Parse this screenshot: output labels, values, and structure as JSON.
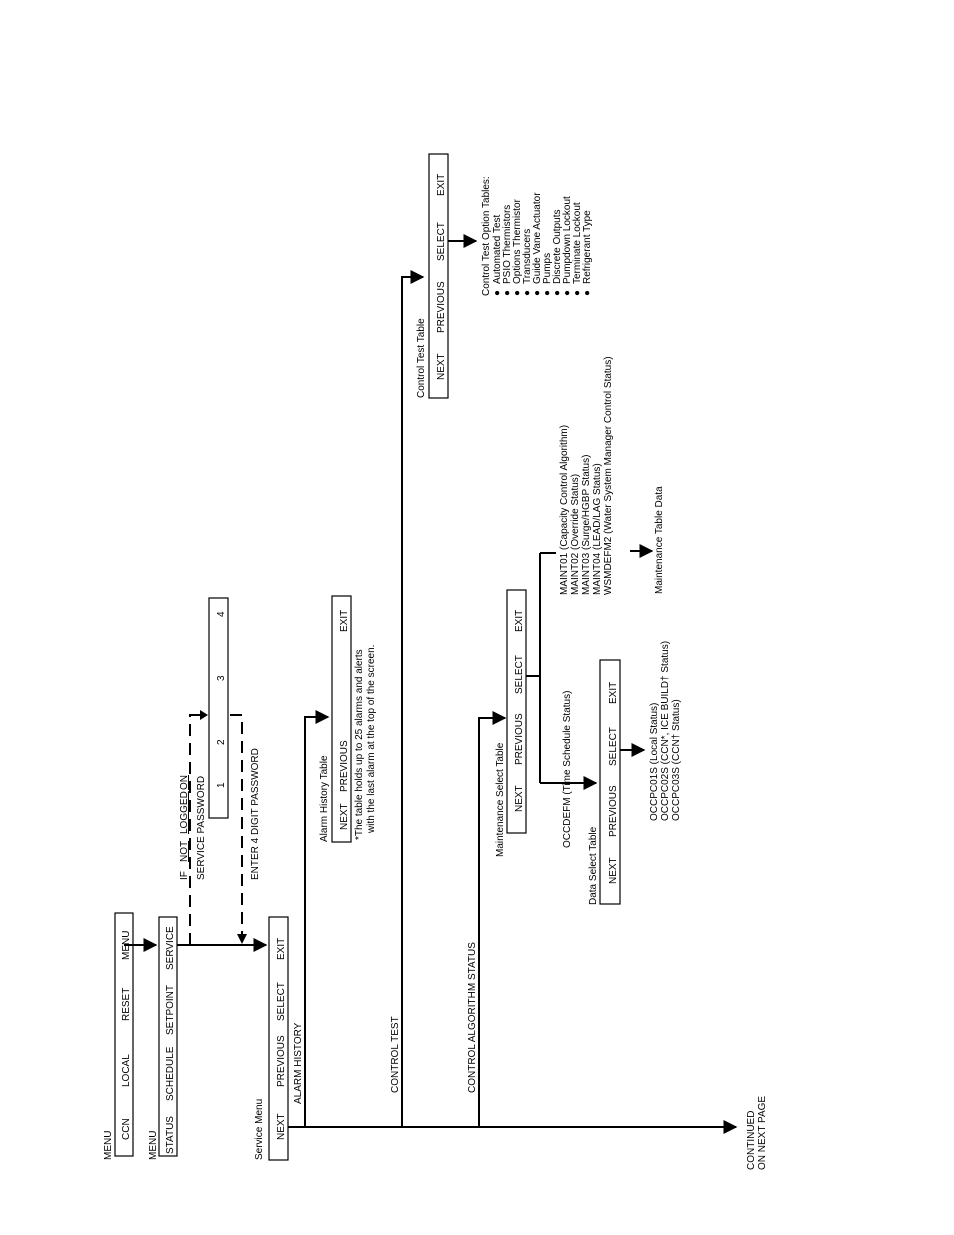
{
  "menu1": {
    "title": "MENU",
    "buttons": [
      "CCN",
      "LOCAL",
      "RESET",
      "MENU"
    ]
  },
  "menu2": {
    "title": "MENU",
    "buttons": [
      "STATUS",
      "SCHEDULE",
      "SETPOINT",
      "SERVICE"
    ]
  },
  "login": {
    "if_prefix": "IF",
    "not": "NOT",
    "logged": "LOGGED",
    "on": "ON",
    "password_label": "SERVICE  PASSWORD",
    "keypad": [
      "1",
      "2",
      "3",
      "4"
    ],
    "enter_label": "ENTER  4  DIGIT  PASSWORD"
  },
  "service_menu": {
    "title": "Service Menu",
    "buttons": [
      "NEXT",
      "PREVIOUS",
      "SELECT",
      "EXIT"
    ]
  },
  "branches": {
    "alarm_history": "ALARM  HISTORY",
    "control_test": "CONTROL  TEST",
    "control_algorithm_status": "CONTROL  ALGORITHM  STATUS"
  },
  "alarm_history_table": {
    "title": "Alarm History Table",
    "buttons": [
      "NEXT",
      "PREVIOUS",
      "",
      "EXIT"
    ],
    "note_line1": "*The table holds up to 25 alarms  and  alerts",
    "note_line2": "with the last alarm at the top of the screen."
  },
  "control_test_table": {
    "title": "Control Test Table",
    "buttons": [
      "NEXT",
      "PREVIOUS",
      "SELECT",
      "EXIT"
    ]
  },
  "control_test_options": {
    "title": "Control Test Option Tables:",
    "bullet": "●",
    "items": [
      "Automated Test",
      "PSIO Thermistors",
      "Options Thermistor",
      "Transducers",
      "Guide Vane Actuator",
      "Pumps",
      "Discrete Outputs",
      "Pumpdown Lockout",
      "Terminate Lockout",
      "Refrigerant Type"
    ]
  },
  "maintenance_select_table": {
    "title": "Maintenance Select Table",
    "buttons": [
      "NEXT",
      "PREVIOUS",
      "SELECT",
      "EXIT"
    ]
  },
  "occdefm": "OCCDEFM (Time Schedule Status)",
  "data_select_table": {
    "title": "Data Select Table",
    "buttons": [
      "NEXT",
      "PREVIOUS",
      "SELECT",
      "EXIT"
    ]
  },
  "occpc_items": [
    "OCCPC01S   (Local Status)",
    "OCCPC02S  (CCN*, ICE BUILD† Status)",
    "OCCPC03S  (CCN† Status)"
  ],
  "maint_items": [
    "MAINT01  (Capacity Control Algorithm)",
    "MAINT02  (Override Status)",
    "MAINT03  (Surge/HGBP Status)",
    "MAINT04  (LEAD/LAG Status)",
    "WSMDEFM2  (Water System Manager Control Status)"
  ],
  "maintenance_table_data": "Maintenance Table Data",
  "continued_line1": "CONTINUED",
  "continued_line2": "ON  NEXT  PAGE"
}
